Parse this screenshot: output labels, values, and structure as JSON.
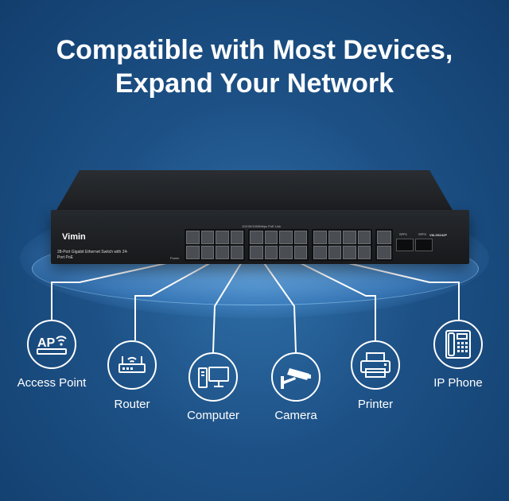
{
  "headline": {
    "line1": "Compatible with Most Devices,",
    "line2": "Expand Your Network"
  },
  "switch": {
    "brand": "Vimin",
    "description": "28-Port Gigabit Ethernet Switch with 24-Port PoE",
    "model": "VM-G5242P",
    "power_label": "Power",
    "port_header": "10/100/1000Mbps PoE Link",
    "sfp1_label": "SFP1",
    "sfp2_label": "SFP2"
  },
  "devices": [
    {
      "label": "Access Point",
      "icon": "access-point-icon",
      "ap_text": "AP"
    },
    {
      "label": "Router",
      "icon": "router-icon"
    },
    {
      "label": "Computer",
      "icon": "computer-icon"
    },
    {
      "label": "Camera",
      "icon": "camera-icon"
    },
    {
      "label": "Printer",
      "icon": "printer-icon"
    },
    {
      "label": "IP Phone",
      "icon": "ip-phone-icon"
    }
  ],
  "colors": {
    "background": "#1d5186",
    "line": "#ffffff",
    "switch_body": "#1c1e21"
  }
}
